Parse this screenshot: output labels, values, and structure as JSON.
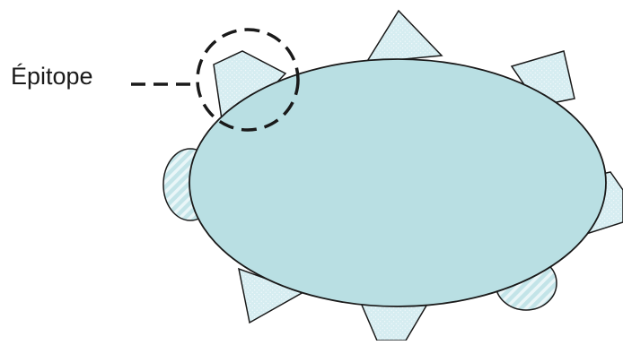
{
  "diagram": {
    "epitope_label": "Épitope",
    "colors": {
      "body_fill": "#b9dfe3",
      "body_stroke": "#1a1a1a",
      "spike_fill": "#d6edf1",
      "dot_pattern": "#ffffff",
      "stripe_pattern": "#ffffff",
      "leader_line": "#1a1a1a"
    },
    "parts": [
      "antigen-body",
      "epitope-spikes",
      "epitope-bumps",
      "epitope-marker-circle",
      "leader-line"
    ]
  }
}
